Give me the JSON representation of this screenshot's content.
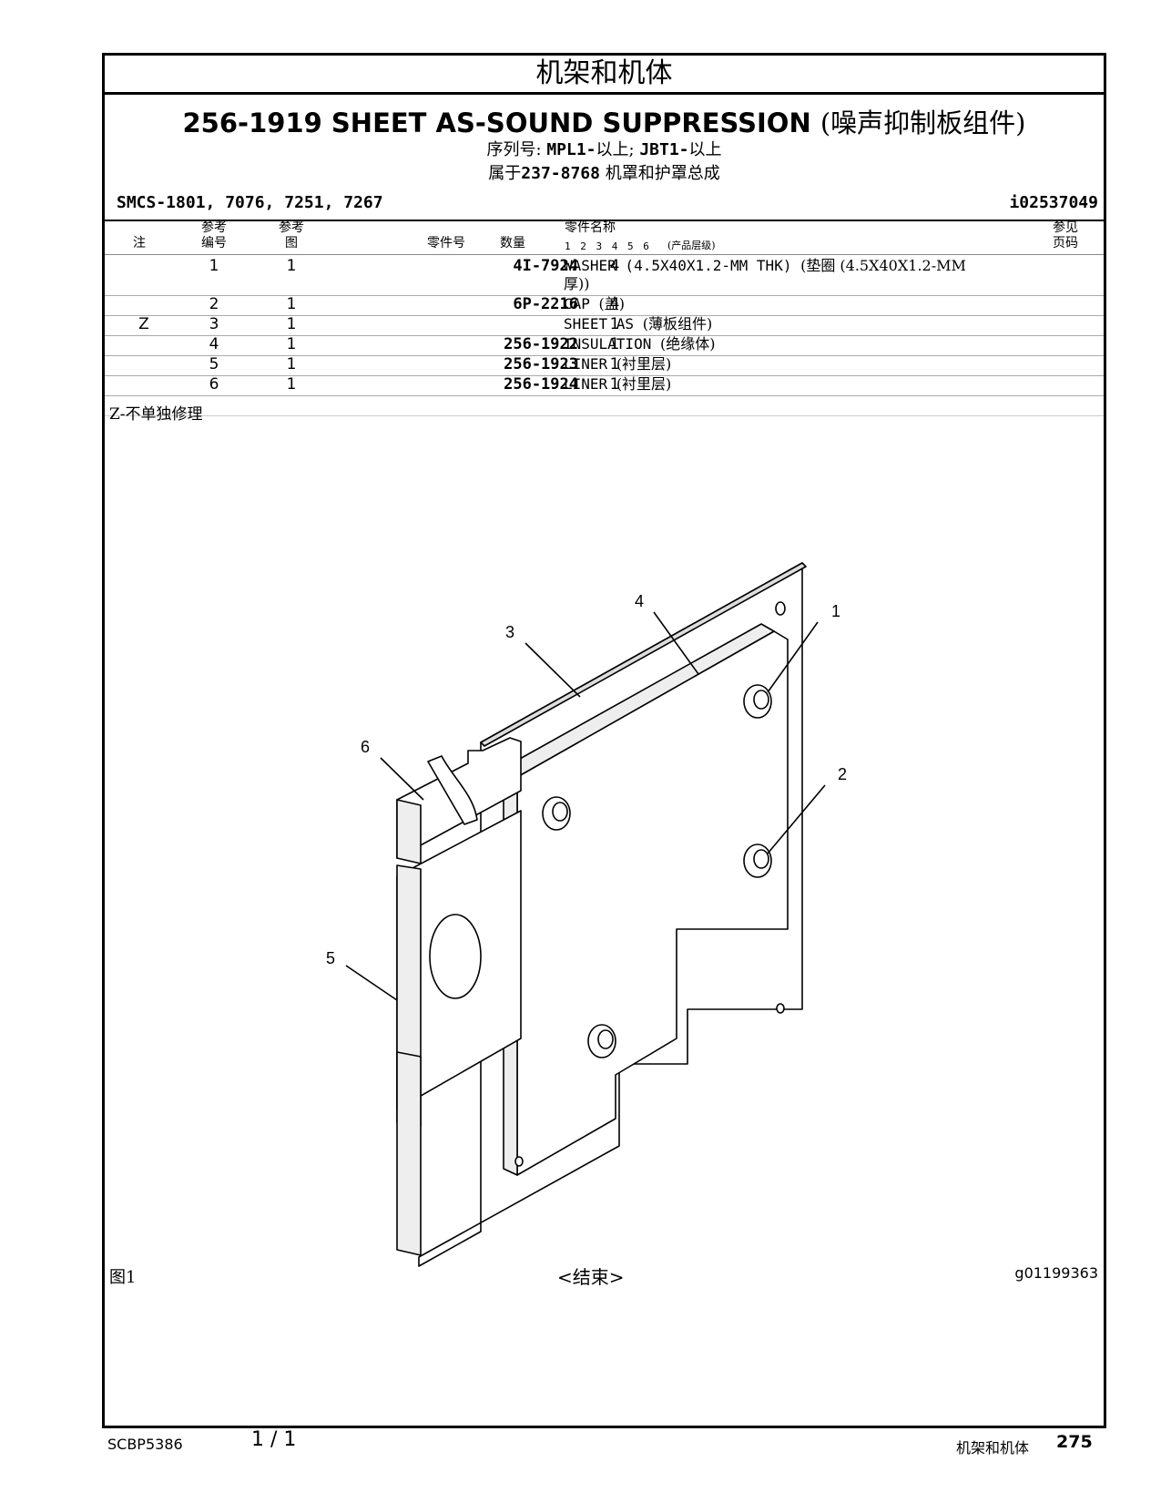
{
  "section_title": "机架和机体",
  "part": {
    "number": "256-1919",
    "name_en": "SHEET AS-SOUND SUPPRESSION",
    "name_cn": "(噪声抑制板组件)"
  },
  "serial": {
    "label": "序列号:",
    "s1": "MPL1-",
    "s1_suffix": "以上;",
    "s2": "JBT1-",
    "s2_suffix": "以上"
  },
  "belongs": {
    "prefix": "属于",
    "assembly": "237-8768",
    "suffix": "机罩和护罩总成"
  },
  "smcs": "SMCS-1801, 7076, 7251, 7267",
  "illustration_id": "i02537049",
  "table_headers": {
    "note": "注",
    "ref_no_top": "参考",
    "ref_no_bottom": "编号",
    "ref_fig_top": "参考",
    "ref_fig_bottom": "图",
    "part_no": "零件号",
    "qty": "数量",
    "part_name": "零件名称",
    "levels": "1 2 3 4 5 6",
    "levels_note": "(产品层级)",
    "see_page_top": "参见",
    "see_page_bottom": "页码"
  },
  "rows": [
    {
      "note": "",
      "ref": "1",
      "fig": "1",
      "part_no": "4I-7924",
      "qty": "4",
      "name_en": "WASHER (4.5X40X1.2-MM THK)",
      "name_cn": "(垫圈 (4.5X40X1.2-MM",
      "name_cn2": "厚))"
    },
    {
      "note": "",
      "ref": "2",
      "fig": "1",
      "part_no": "6P-2216",
      "qty": "4",
      "name_en": "CAP",
      "name_cn": "(盖)",
      "name_cn2": ""
    },
    {
      "note": "Z",
      "ref": "3",
      "fig": "1",
      "part_no": "",
      "qty": "1",
      "name_en": "SHEET AS",
      "name_cn": "(薄板组件)",
      "name_cn2": ""
    },
    {
      "note": "",
      "ref": "4",
      "fig": "1",
      "part_no": "256-1922",
      "qty": "1",
      "name_en": "INSULATION",
      "name_cn": "(绝缘体)",
      "name_cn2": ""
    },
    {
      "note": "",
      "ref": "5",
      "fig": "1",
      "part_no": "256-1923",
      "qty": "1",
      "name_en": "LINER",
      "name_cn": "(衬里层)",
      "name_cn2": ""
    },
    {
      "note": "",
      "ref": "6",
      "fig": "1",
      "part_no": "256-1924",
      "qty": "1",
      "name_en": "LINER",
      "name_cn": "(衬里层)",
      "name_cn2": ""
    }
  ],
  "footnote": "Z-不单独修理",
  "callouts": [
    "1",
    "2",
    "3",
    "4",
    "5",
    "6"
  ],
  "figure_label": "图1",
  "end_label": "<结束>",
  "graphic_id": "g01199363",
  "footer": {
    "doc_id": "SCBP5386",
    "page_of": "1 / 1",
    "section": "机架和机体",
    "page_number": "275"
  }
}
